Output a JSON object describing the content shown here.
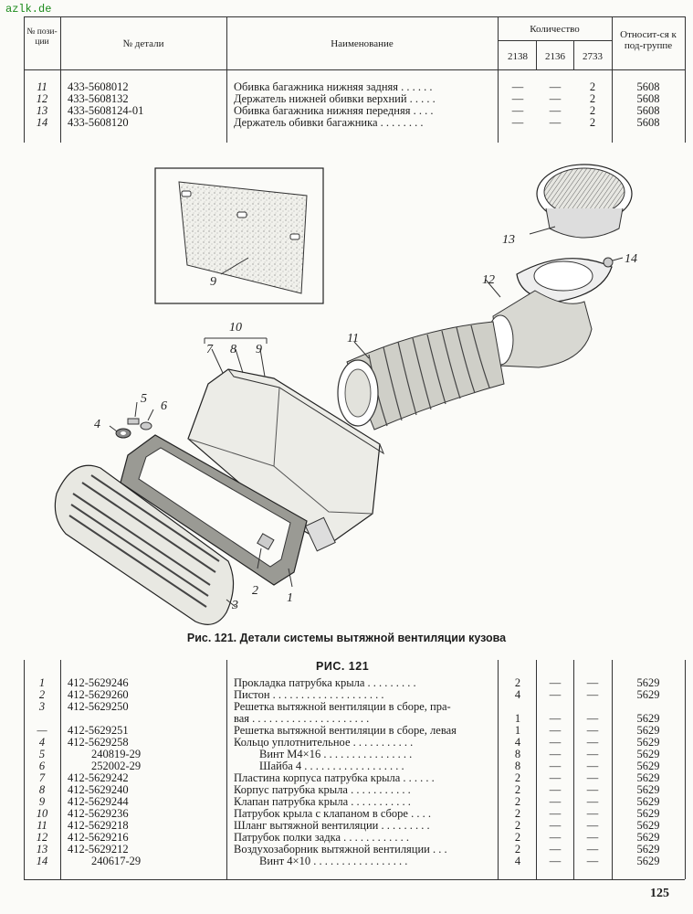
{
  "watermark": "azlk.de",
  "header": {
    "pos": "№ пози-ции",
    "part_no": "№ детали",
    "name": "Наименование",
    "qty": "Количество",
    "qty_cols": [
      "2138",
      "2136",
      "2733"
    ],
    "group": "Относит-ся к под-группе"
  },
  "top_rows": [
    {
      "pos": "11",
      "part": "433-5608012",
      "name": "Обивка багажника нижняя задняя . . . . . .",
      "q1": "—",
      "q2": "—",
      "q3": "2",
      "group": "5608"
    },
    {
      "pos": "12",
      "part": "433-5608132",
      "name": "Держатель нижней обивки верхний . . . . .",
      "q1": "—",
      "q2": "—",
      "q3": "2",
      "group": "5608"
    },
    {
      "pos": "13",
      "part": "433-5608124-01",
      "name": "Обивка багажника нижняя передняя . . . .",
      "q1": "—",
      "q2": "—",
      "q3": "2",
      "group": "5608"
    },
    {
      "pos": "14",
      "part": "433-5608120",
      "name": "Держатель обивки багажника . . . . . . . .",
      "q1": "—",
      "q2": "—",
      "q3": "2",
      "group": "5608"
    }
  ],
  "figure": {
    "caption": "Рис. 121. Детали системы вытяжной вентиляции кузова",
    "labels": [
      "1",
      "2",
      "3",
      "4",
      "5",
      "6",
      "7",
      "8",
      "9",
      "10",
      "11",
      "12",
      "13",
      "14",
      "9"
    ]
  },
  "section_title": "РИС. 121",
  "bottom_rows": [
    {
      "pos": "1",
      "part": "412-5629246",
      "indent": false,
      "name": "Прокладка патрубка крыла . . . . . . . . .",
      "q1": "2",
      "q2": "—",
      "q3": "—",
      "group": "5629"
    },
    {
      "pos": "2",
      "part": "412-5629260",
      "indent": false,
      "name": "Пистон . . . . . . . . . . . . . . . . . . . .",
      "q1": "4",
      "q2": "—",
      "q3": "—",
      "group": "5629"
    },
    {
      "pos": "3",
      "part": "412-5629250",
      "indent": false,
      "name": "Решетка вытяжной вентиляции в сборе, пра-",
      "q1": "",
      "q2": "",
      "q3": "",
      "group": ""
    },
    {
      "pos": "",
      "part": "",
      "indent": false,
      "name": "вая . . . . . . . . . . . . . . . . . . . . .",
      "q1": "1",
      "q2": "—",
      "q3": "—",
      "group": "5629"
    },
    {
      "pos": "—",
      "part": "412-5629251",
      "indent": false,
      "name": "Решетка вытяжной вентиляции в сборе, левая",
      "q1": "1",
      "q2": "—",
      "q3": "—",
      "group": "5629"
    },
    {
      "pos": "4",
      "part": "412-5629258",
      "indent": false,
      "name": "Кольцо уплотнительное . . . . . . . . . . .",
      "q1": "4",
      "q2": "—",
      "q3": "—",
      "group": "5629"
    },
    {
      "pos": "5",
      "part": "240819-29",
      "indent": true,
      "name": "Винт М4×16 . . . . . . . . . . . . . . . .",
      "q1": "8",
      "q2": "—",
      "q3": "—",
      "group": "5629"
    },
    {
      "pos": "6",
      "part": "252002-29",
      "indent": true,
      "name": "Шайба 4 . . . . . . . . . . . . . . . . . .",
      "q1": "8",
      "q2": "—",
      "q3": "—",
      "group": "5629"
    },
    {
      "pos": "7",
      "part": "412-5629242",
      "indent": false,
      "name": "Пластина корпуса патрубка крыла . . . . . .",
      "q1": "2",
      "q2": "—",
      "q3": "—",
      "group": "5629"
    },
    {
      "pos": "8",
      "part": "412-5629240",
      "indent": false,
      "name": "Корпус патрубка крыла . . . . . . . . . . .",
      "q1": "2",
      "q2": "—",
      "q3": "—",
      "group": "5629"
    },
    {
      "pos": "9",
      "part": "412-5629244",
      "indent": false,
      "name": "Клапан патрубка крыла . . . . . . . . . . .",
      "q1": "2",
      "q2": "—",
      "q3": "—",
      "group": "5629"
    },
    {
      "pos": "10",
      "part": "412-5629236",
      "indent": false,
      "name": "Патрубок крыла с клапаном в сборе . . . .",
      "q1": "2",
      "q2": "—",
      "q3": "—",
      "group": "5629"
    },
    {
      "pos": "11",
      "part": "412-5629218",
      "indent": false,
      "name": "Шланг вытяжной вентиляции . . . . . . . . .",
      "q1": "2",
      "q2": "—",
      "q3": "—",
      "group": "5629"
    },
    {
      "pos": "12",
      "part": "412-5629216",
      "indent": false,
      "name": "Патрубок полки задка . . . . . . . . . . . .",
      "q1": "2",
      "q2": "—",
      "q3": "—",
      "group": "5629"
    },
    {
      "pos": "13",
      "part": "412-5629212",
      "indent": false,
      "name": "Воздухозаборник вытяжной вентиляции . . .",
      "q1": "2",
      "q2": "—",
      "q3": "—",
      "group": "5629"
    },
    {
      "pos": "14",
      "part": "240617-29",
      "indent": true,
      "name": "Винт 4×10 . . . . . . . . . . . . . . . . .",
      "q1": "4",
      "q2": "—",
      "q3": "—",
      "group": "5629"
    }
  ],
  "page_number": "125"
}
